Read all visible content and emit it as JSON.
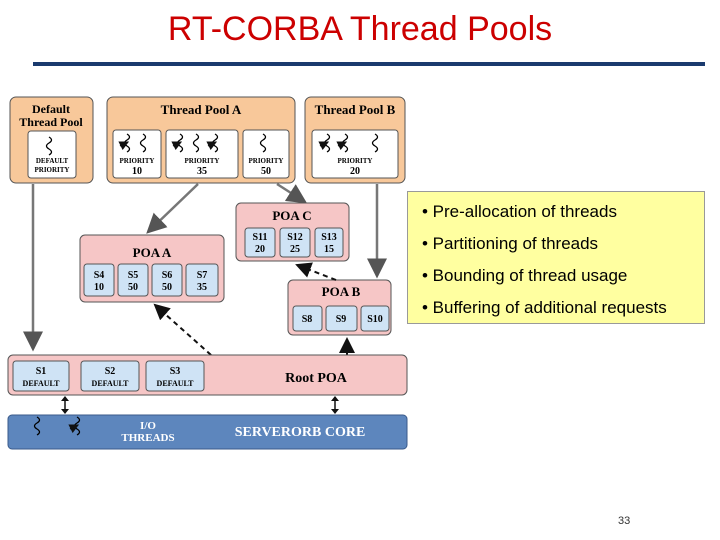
{
  "title": "RT-CORBA Thread Pools",
  "page_number": "33",
  "bullets": [
    "• Pre-allocation of threads",
    "• Partitioning of threads",
    "• Bounding of thread usage",
    "• Buffering of additional requests"
  ],
  "diagram": {
    "default_pool": {
      "label_line1": "Default",
      "label_line2": "Thread Pool",
      "lane_line1": "DEFAULT",
      "lane_line2": "PRIORITY"
    },
    "pool_a": {
      "label": "Thread Pool A",
      "lanes": [
        {
          "l1": "PRIORITY",
          "l2": "10"
        },
        {
          "l1": "PRIORITY",
          "l2": "35"
        },
        {
          "l1": "PRIORITY",
          "l2": "50"
        }
      ]
    },
    "pool_b": {
      "label": "Thread Pool B",
      "lanes": [
        {
          "l1": "PRIORITY",
          "l2": "20"
        }
      ]
    },
    "poa_c": {
      "label": "POA C",
      "servants": [
        {
          "n": "S11",
          "p": "20"
        },
        {
          "n": "S12",
          "p": "25"
        },
        {
          "n": "S13",
          "p": "15"
        }
      ]
    },
    "poa_a": {
      "label": "POA A",
      "servants": [
        {
          "n": "S4",
          "p": "10"
        },
        {
          "n": "S5",
          "p": "50"
        },
        {
          "n": "S6",
          "p": "50"
        },
        {
          "n": "S7",
          "p": "35"
        }
      ]
    },
    "poa_b": {
      "label": "POA B",
      "servants": [
        {
          "n": "S8"
        },
        {
          "n": "S9"
        },
        {
          "n": "S10"
        }
      ]
    },
    "root_poa": {
      "label": "Root  POA",
      "servants": [
        {
          "n": "S1",
          "p": "DEFAULT"
        },
        {
          "n": "S2",
          "p": "DEFAULT"
        },
        {
          "n": "S3",
          "p": "DEFAULT"
        }
      ]
    },
    "core": {
      "io_line1": "I/O",
      "io_line2": "THREADS",
      "label": "SERVERORB CORE"
    }
  },
  "colors": {
    "title": "#cc0000",
    "rule": "#1a3a6e",
    "pool_fill": "#f8c89a",
    "poa_fill": "#f6c6c6",
    "servant_fill": "#cfe3f5",
    "core_fill": "#5d86bd",
    "bullet_box": "#ffffa0"
  },
  "icons": [
    "thread-icon",
    "arrow-icon"
  ]
}
